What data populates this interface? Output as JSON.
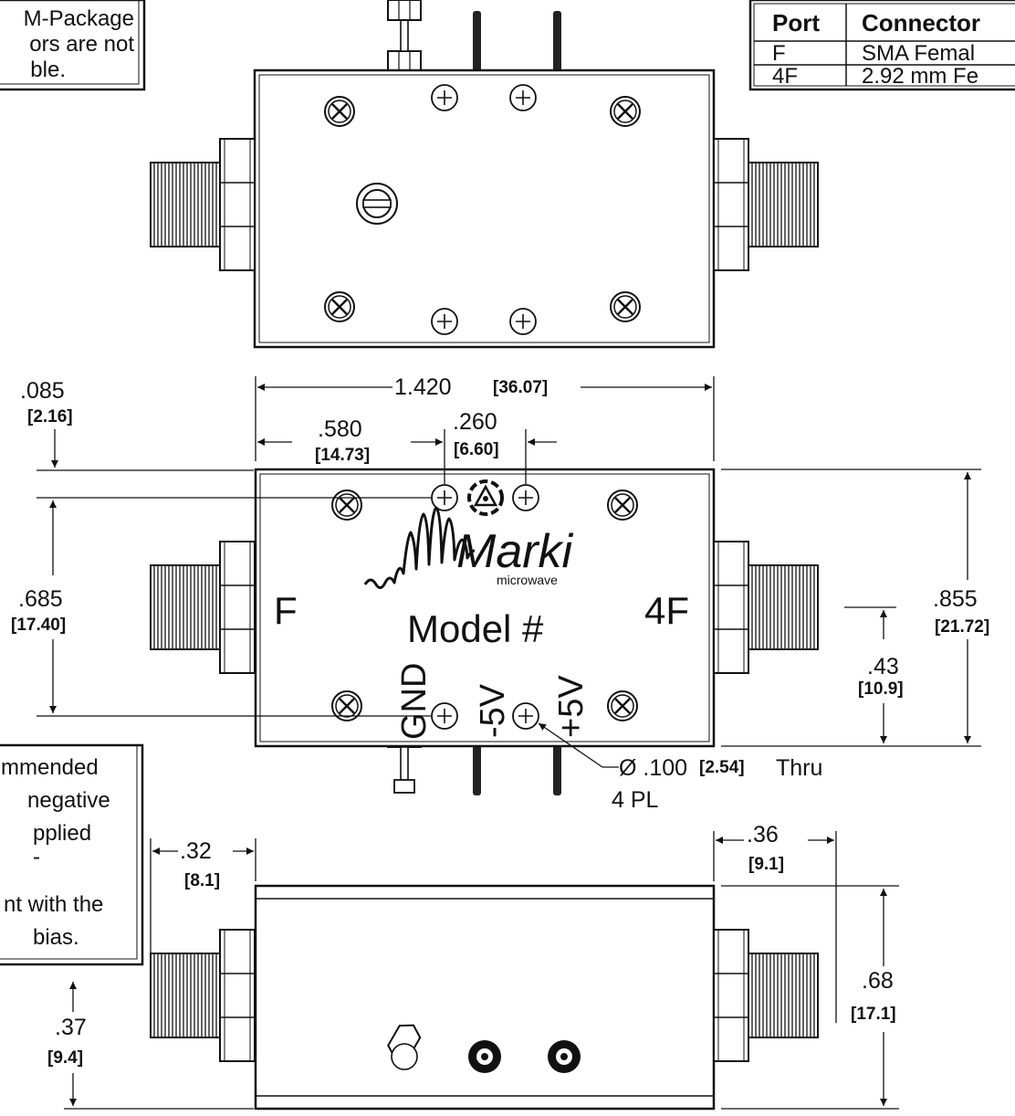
{
  "notes": {
    "top_left": [
      "M-Package",
      "ors are not",
      "ble."
    ],
    "bottom_left": [
      "mmended",
      "negative",
      "pplied",
      "-",
      "nt with the",
      "bias."
    ]
  },
  "connector_table": {
    "headers": [
      "Port",
      "Connector"
    ],
    "rows": [
      [
        "F",
        "SMA Femal"
      ],
      [
        "4F",
        "2.92 mm Fe"
      ]
    ]
  },
  "front_view": {
    "port_left": "F",
    "port_right": "4F",
    "model_label": "Model #",
    "logo_name": "Marki",
    "logo_sub": "microwave",
    "pin_labels": [
      "GND",
      "-5V",
      "+5V"
    ]
  },
  "dimensions": {
    "width_in": "1.420",
    "width_mm": "[36.07]",
    "edge_in": ".085",
    "edge_mm": "[2.16]",
    "hole_x_in": ".580",
    "hole_x_mm": "[14.73]",
    "pitch_in": ".260",
    "pitch_mm": "[6.60]",
    "hole_y_in": ".685",
    "hole_y_mm": "[17.40]",
    "height_in": ".855",
    "height_mm": "[21.72]",
    "conn_y_in": ".43",
    "conn_y_mm": "[10.9]",
    "hole_dia_in": "Ø .100",
    "hole_dia_mm": "[2.54]",
    "hole_thru": "Thru",
    "hole_count": "4 PL",
    "left_conn_in": ".32",
    "left_conn_mm": "[8.1]",
    "right_conn_in": ".36",
    "right_conn_mm": "[9.1]",
    "side_h_in": ".68",
    "side_h_mm": "[17.1]",
    "side_y_in": ".37",
    "side_y_mm": "[9.4]"
  }
}
